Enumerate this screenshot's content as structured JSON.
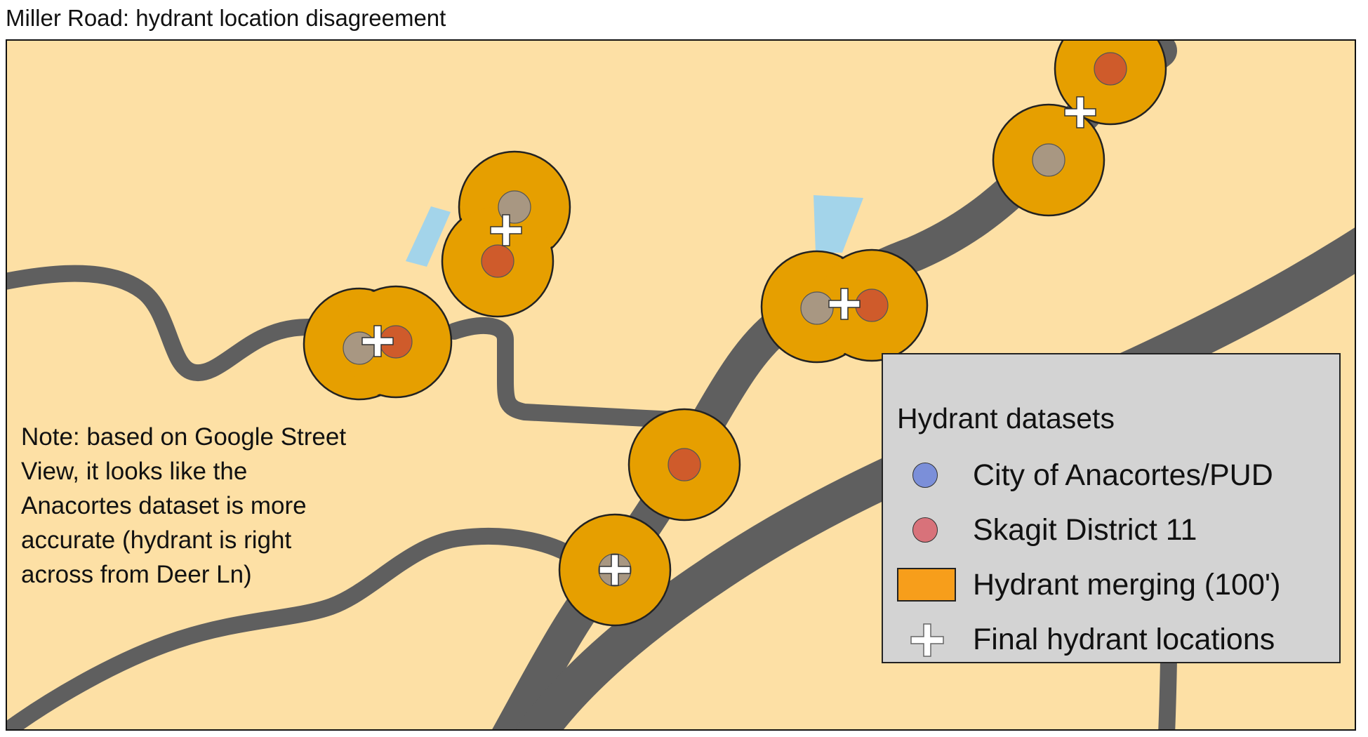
{
  "title": "Miller Road: hydrant location disagreement",
  "note": "Note: based on Google Street\nView, it looks like the\nAnacortes dataset is more\naccurate (hydrant is right\nacross from Deer Ln)",
  "legend": {
    "title": "Hydrant datasets",
    "items": [
      {
        "label": "City of Anacortes/PUD",
        "symbol": "circle",
        "color": "#7b8fd9"
      },
      {
        "label": "Skagit District 11",
        "symbol": "circle",
        "color": "#d8727a"
      },
      {
        "label": "Hydrant merging (100')",
        "symbol": "rect",
        "color": "#f79e1b"
      },
      {
        "label": "Final hydrant locations",
        "symbol": "cross",
        "color": "#ffffff"
      }
    ]
  },
  "colors": {
    "land": "#fde0a5",
    "road": "#5f5f5f",
    "buffer": "#e69f00",
    "buffer_outline": "#222222",
    "water": "#a3d4ea",
    "anacortes_point": "#a89782",
    "skagit_point": "#cf5b2b",
    "final_cross": "#ffffff"
  }
}
